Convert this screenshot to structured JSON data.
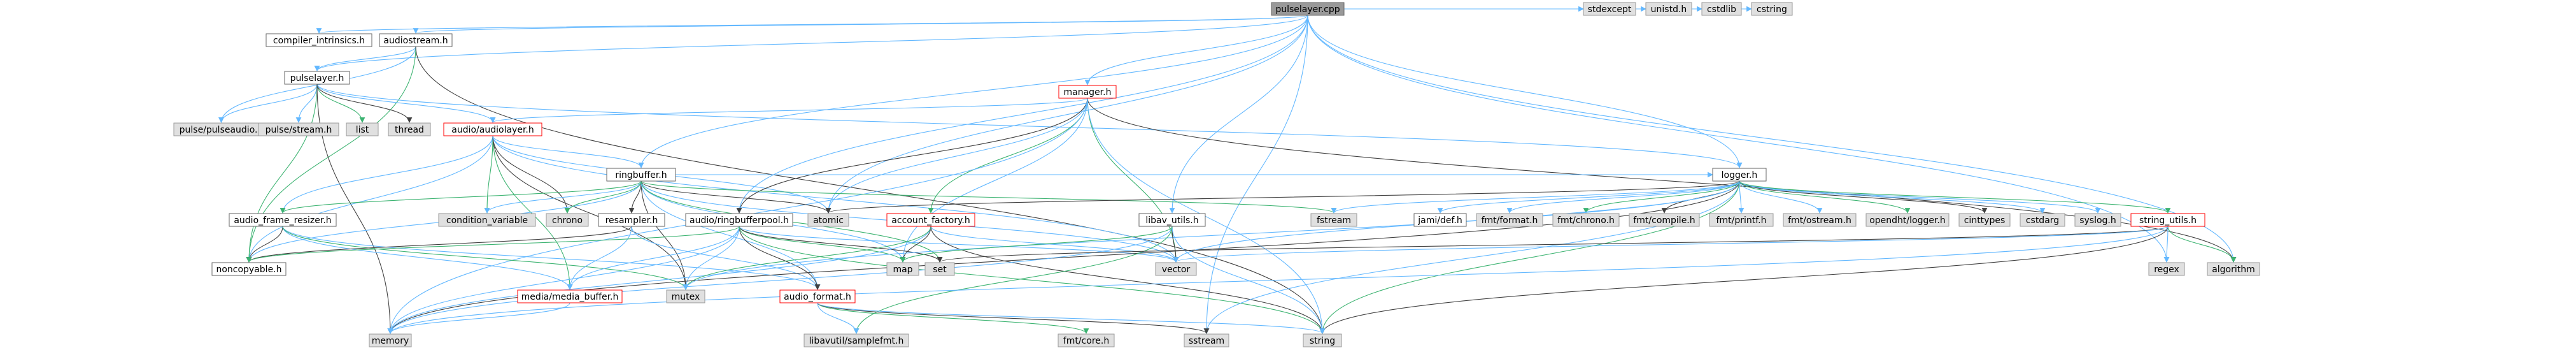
{
  "diagram": {
    "colors": {
      "root_fill": "#999999",
      "file_fill": "#ffffff",
      "file_stroke": "#666666",
      "external_fill": "#e0e0e0",
      "external_stroke": "#999999",
      "highlight_stroke": "#ff0000",
      "edge_main": "#63b8ff",
      "edge_alt": "#404040",
      "edge_green": "#3cb371",
      "edge_orange": "#ffa500"
    },
    "nodes": [
      {
        "id": "pulselayer_cpp",
        "label": "pulselayer.cpp",
        "kind": "root"
      },
      {
        "id": "compiler_intrinsics_h",
        "label": "compiler_intrinsics.h",
        "kind": "file"
      },
      {
        "id": "audiostream_h",
        "label": "audiostream.h",
        "kind": "file"
      },
      {
        "id": "pulselayer_h",
        "label": "pulselayer.h",
        "kind": "file"
      },
      {
        "id": "pulse_pulseaudio_h",
        "label": "pulse/pulseaudio.h",
        "kind": "external"
      },
      {
        "id": "pulse_stream_h",
        "label": "pulse/stream.h",
        "kind": "external"
      },
      {
        "id": "list",
        "label": "list",
        "kind": "external"
      },
      {
        "id": "thread",
        "label": "thread",
        "kind": "external"
      },
      {
        "id": "audio_audiolayer_h",
        "label": "audio/audiolayer.h",
        "kind": "highlight"
      },
      {
        "id": "manager_h",
        "label": "manager.h",
        "kind": "highlight"
      },
      {
        "id": "ringbuffer_h",
        "label": "ringbuffer.h",
        "kind": "file"
      },
      {
        "id": "logger_h",
        "label": "logger.h",
        "kind": "file"
      },
      {
        "id": "audio_frame_resizer_h",
        "label": "audio_frame_resizer.h",
        "kind": "file"
      },
      {
        "id": "condition_variable",
        "label": "condition_variable",
        "kind": "external"
      },
      {
        "id": "chrono",
        "label": "chrono",
        "kind": "external"
      },
      {
        "id": "resampler_h",
        "label": "resampler.h",
        "kind": "file"
      },
      {
        "id": "audio_ringbufferpool_h",
        "label": "audio/ringbufferpool.h",
        "kind": "file"
      },
      {
        "id": "atomic",
        "label": "atomic",
        "kind": "external"
      },
      {
        "id": "account_factory_h",
        "label": "account_factory.h",
        "kind": "highlight"
      },
      {
        "id": "fstream",
        "label": "fstream",
        "kind": "external"
      },
      {
        "id": "libav_utils_h",
        "label": "libav_utils.h",
        "kind": "file"
      },
      {
        "id": "jami_def_h",
        "label": "jami/def.h",
        "kind": "file"
      },
      {
        "id": "fmt_format_h",
        "label": "fmt/format.h",
        "kind": "external"
      },
      {
        "id": "fmt_chrono_h",
        "label": "fmt/chrono.h",
        "kind": "external"
      },
      {
        "id": "fmt_compile_h",
        "label": "fmt/compile.h",
        "kind": "external"
      },
      {
        "id": "fmt_printf_h",
        "label": "fmt/printf.h",
        "kind": "external"
      },
      {
        "id": "fmt_ostream_h",
        "label": "fmt/ostream.h",
        "kind": "external"
      },
      {
        "id": "opendht_logger_h",
        "label": "opendht/logger.h",
        "kind": "external"
      },
      {
        "id": "cinttypes",
        "label": "cinttypes",
        "kind": "external"
      },
      {
        "id": "cstdarg",
        "label": "cstdarg",
        "kind": "external"
      },
      {
        "id": "syslog_h",
        "label": "syslog.h",
        "kind": "external"
      },
      {
        "id": "string_utils_h",
        "label": "string_utils.h",
        "kind": "highlight"
      },
      {
        "id": "noncopyable_h",
        "label": "noncopyable.h",
        "kind": "file"
      },
      {
        "id": "media_media_buffer_h",
        "label": "media/media_buffer.h",
        "kind": "highlight"
      },
      {
        "id": "mutex",
        "label": "mutex",
        "kind": "external"
      },
      {
        "id": "audio_format_h",
        "label": "audio_format.h",
        "kind": "highlight"
      },
      {
        "id": "map",
        "label": "map",
        "kind": "external"
      },
      {
        "id": "set",
        "label": "set",
        "kind": "external"
      },
      {
        "id": "vector",
        "label": "vector",
        "kind": "external"
      },
      {
        "id": "memory",
        "label": "memory",
        "kind": "external"
      },
      {
        "id": "libavutil_samplefmt_h",
        "label": "libavutil/samplefmt.h",
        "kind": "external"
      },
      {
        "id": "fmt_core_h",
        "label": "fmt/core.h",
        "kind": "external"
      },
      {
        "id": "sstream",
        "label": "sstream",
        "kind": "external"
      },
      {
        "id": "string",
        "label": "string",
        "kind": "external"
      },
      {
        "id": "regex",
        "label": "regex",
        "kind": "external"
      },
      {
        "id": "algorithm",
        "label": "algorithm",
        "kind": "external"
      },
      {
        "id": "stdexcept",
        "label": "stdexcept",
        "kind": "external"
      },
      {
        "id": "unistd_h",
        "label": "unistd.h",
        "kind": "external"
      },
      {
        "id": "cstdlib",
        "label": "cstdlib",
        "kind": "external"
      },
      {
        "id": "cstring",
        "label": "cstring",
        "kind": "external"
      }
    ],
    "edges": [
      [
        "pulselayer_cpp",
        "compiler_intrinsics_h"
      ],
      [
        "pulselayer_cpp",
        "audiostream_h"
      ],
      [
        "pulselayer_cpp",
        "pulselayer_h"
      ],
      [
        "pulselayer_cpp",
        "manager_h"
      ],
      [
        "pulselayer_cpp",
        "ringbuffer_h"
      ],
      [
        "pulselayer_cpp",
        "logger_h"
      ],
      [
        "pulselayer_cpp",
        "libav_utils_h"
      ],
      [
        "pulselayer_cpp",
        "atomic"
      ],
      [
        "pulselayer_cpp",
        "regex"
      ],
      [
        "pulselayer_cpp",
        "algorithm"
      ],
      [
        "pulselayer_cpp",
        "stdexcept"
      ],
      [
        "pulselayer_cpp",
        "unistd_h"
      ],
      [
        "pulselayer_cpp",
        "cstdlib"
      ],
      [
        "pulselayer_cpp",
        "cstring"
      ],
      [
        "pulselayer_cpp",
        "audio_ringbufferpool_h"
      ],
      [
        "pulselayer_cpp",
        "sstream"
      ],
      [
        "audiostream_h",
        "pulselayer_h"
      ],
      [
        "audiostream_h",
        "pulse_pulseaudio_h"
      ],
      [
        "audiostream_h",
        "noncopyable_h"
      ],
      [
        "audiostream_h",
        "string"
      ],
      [
        "pulselayer_h",
        "pulse_pulseaudio_h"
      ],
      [
        "pulselayer_h",
        "pulse_stream_h"
      ],
      [
        "pulselayer_h",
        "list"
      ],
      [
        "pulselayer_h",
        "thread"
      ],
      [
        "pulselayer_h",
        "audio_audiolayer_h"
      ],
      [
        "pulselayer_h",
        "logger_h"
      ],
      [
        "pulselayer_h",
        "noncopyable_h"
      ],
      [
        "pulselayer_h",
        "memory"
      ],
      [
        "audio_audiolayer_h",
        "ringbuffer_h"
      ],
      [
        "audio_audiolayer_h",
        "audio_frame_resizer_h"
      ],
      [
        "audio_audiolayer_h",
        "condition_variable"
      ],
      [
        "audio_audiolayer_h",
        "chrono"
      ],
      [
        "audio_audiolayer_h",
        "atomic"
      ],
      [
        "audio_audiolayer_h",
        "noncopyable_h"
      ],
      [
        "audio_audiolayer_h",
        "media_media_buffer_h"
      ],
      [
        "audio_audiolayer_h",
        "mutex"
      ],
      [
        "audio_audiolayer_h",
        "vector"
      ],
      [
        "manager_h",
        "audio_audiolayer_h"
      ],
      [
        "manager_h",
        "account_factory_h"
      ],
      [
        "manager_h",
        "audio_ringbufferpool_h"
      ],
      [
        "manager_h",
        "atomic"
      ],
      [
        "manager_h",
        "map"
      ],
      [
        "manager_h",
        "vector"
      ],
      [
        "manager_h",
        "algorithm"
      ],
      [
        "manager_h",
        "memory"
      ],
      [
        "manager_h",
        "string"
      ],
      [
        "ringbuffer_h",
        "audio_frame_resizer_h"
      ],
      [
        "ringbuffer_h",
        "resampler_h"
      ],
      [
        "ringbuffer_h",
        "noncopyable_h"
      ],
      [
        "ringbuffer_h",
        "condition_variable"
      ],
      [
        "ringbuffer_h",
        "chrono"
      ],
      [
        "ringbuffer_h",
        "mutex"
      ],
      [
        "ringbuffer_h",
        "map"
      ],
      [
        "ringbuffer_h",
        "vector"
      ],
      [
        "ringbuffer_h",
        "fstream"
      ],
      [
        "ringbuffer_h",
        "atomic"
      ],
      [
        "ringbuffer_h",
        "audio_format_h"
      ],
      [
        "ringbuffer_h",
        "logger_h"
      ],
      [
        "ringbuffer_h",
        "set"
      ],
      [
        "audio_frame_resizer_h",
        "noncopyable_h"
      ],
      [
        "audio_frame_resizer_h",
        "audio_format_h"
      ],
      [
        "audio_frame_resizer_h",
        "media_media_buffer_h"
      ],
      [
        "audio_frame_resizer_h",
        "mutex"
      ],
      [
        "resampler_h",
        "noncopyable_h"
      ],
      [
        "resampler_h",
        "audio_format_h"
      ],
      [
        "resampler_h",
        "media_media_buffer_h"
      ],
      [
        "audio_ringbufferpool_h",
        "noncopyable_h"
      ],
      [
        "audio_ringbufferpool_h",
        "audio_format_h"
      ],
      [
        "audio_ringbufferpool_h",
        "media_media_buffer_h"
      ],
      [
        "audio_ringbufferpool_h",
        "mutex"
      ],
      [
        "audio_ringbufferpool_h",
        "map"
      ],
      [
        "audio_ringbufferpool_h",
        "set"
      ],
      [
        "audio_ringbufferpool_h",
        "vector"
      ],
      [
        "audio_ringbufferpool_h",
        "memory"
      ],
      [
        "audio_ringbufferpool_h",
        "string"
      ],
      [
        "account_factory_h",
        "map"
      ],
      [
        "account_factory_h",
        "vector"
      ],
      [
        "account_factory_h",
        "memory"
      ],
      [
        "account_factory_h",
        "mutex"
      ],
      [
        "account_factory_h",
        "string"
      ],
      [
        "logger_h",
        "jami_def_h"
      ],
      [
        "logger_h",
        "fmt_format_h"
      ],
      [
        "logger_h",
        "fmt_chrono_h"
      ],
      [
        "logger_h",
        "fmt_compile_h"
      ],
      [
        "logger_h",
        "fmt_printf_h"
      ],
      [
        "logger_h",
        "fmt_ostream_h"
      ],
      [
        "logger_h",
        "opendht_logger_h"
      ],
      [
        "logger_h",
        "cinttypes"
      ],
      [
        "logger_h",
        "cstdarg"
      ],
      [
        "logger_h",
        "syslog_h"
      ],
      [
        "logger_h",
        "string_utils_h"
      ],
      [
        "logger_h",
        "atomic"
      ],
      [
        "logger_h",
        "fstream"
      ],
      [
        "logger_h",
        "sstream"
      ],
      [
        "logger_h",
        "string"
      ],
      [
        "logger_h",
        "memory"
      ],
      [
        "logger_h",
        "mutex"
      ],
      [
        "logger_h",
        "vector"
      ],
      [
        "libav_utils_h",
        "map"
      ],
      [
        "libav_utils_h",
        "vector"
      ],
      [
        "libav_utils_h",
        "string"
      ],
      [
        "libav_utils_h",
        "memory"
      ],
      [
        "libav_utils_h",
        "libavutil_samplefmt_h"
      ],
      [
        "string_utils_h",
        "set"
      ],
      [
        "string_utils_h",
        "vector"
      ],
      [
        "string_utils_h",
        "regex"
      ],
      [
        "string_utils_h",
        "algorithm"
      ],
      [
        "string_utils_h",
        "string"
      ],
      [
        "string_utils_h",
        "memory"
      ],
      [
        "media_media_buffer_h",
        "memory"
      ],
      [
        "audio_format_h",
        "fmt_core_h"
      ],
      [
        "audio_format_h",
        "sstream"
      ],
      [
        "audio_format_h",
        "string"
      ],
      [
        "audio_format_h",
        "libavutil_samplefmt_h"
      ]
    ]
  }
}
